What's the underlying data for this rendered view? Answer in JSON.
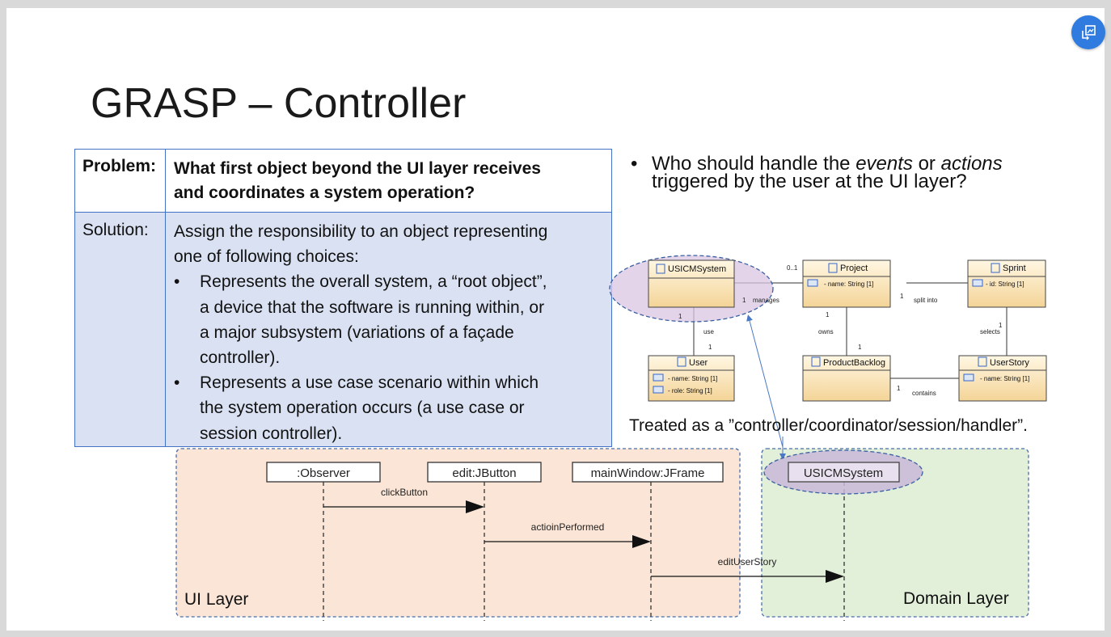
{
  "title": "GRASP – Controller",
  "table": {
    "problem_label": "Problem:",
    "problem_text_line1": "What first object beyond the UI layer receives",
    "problem_text_line2": "and coordinates a system operation?",
    "solution_label": "Solution:",
    "solution_intro_line1": "Assign the responsibility to an object representing",
    "solution_intro_line2": "one of following choices:",
    "choices": [
      [
        "Represents the overall system, a “root object”,",
        "a device that the software is running within, or",
        "a major subsystem (variations of a façade",
        "controller)."
      ],
      [
        "Represents a use case scenario within which",
        "the system operation occurs (a use case or",
        "session controller)."
      ]
    ]
  },
  "question": {
    "line1_before": "Who should handle the ",
    "events": "events",
    "or": " or ",
    "actions": "actions",
    "line2": "triggered by the user at the UI layer?"
  },
  "class_diagram": {
    "classes": {
      "usicm": {
        "name": "USICMSystem"
      },
      "project": {
        "name": "Project",
        "attr": "- name: String [1]"
      },
      "sprint": {
        "name": "Sprint",
        "attr": "- id: String [1]"
      },
      "user": {
        "name": "User",
        "attr1": "- name: String [1]",
        "attr2": "- role: String [1]"
      },
      "backlog": {
        "name": "ProductBacklog"
      },
      "story": {
        "name": "UserStory",
        "attr": "- name: String [1]"
      }
    },
    "labels": {
      "mult_01": "0..1",
      "manages_1": "1",
      "manages": "manages",
      "split_1": "1",
      "split_into": "split into",
      "use_top_1": "1",
      "use": "use",
      "use_bottom_1": "1",
      "owns_top_1": "1",
      "owns": "owns",
      "owns_bottom_1": "1",
      "selects_1": "1",
      "selects": "selects",
      "contains_1": "1",
      "contains": "contains"
    }
  },
  "treated_as": "Treated as a ”controller/coordinator/session/handler”.",
  "sequence": {
    "lifelines": {
      "observer": ":Observer",
      "button": "edit:JButton",
      "frame": "mainWindow:JFrame",
      "system": "USICMSystem"
    },
    "messages": {
      "m1": "clickButton",
      "m2": "actioinPerformed",
      "m3": "editUserStory"
    }
  },
  "ui_layer": "UI Layer",
  "domain_layer": "Domain Layer",
  "colors": {
    "accent_blue": "#4472c4",
    "solution_bg": "#d9e1f2",
    "ui_layer_bg": "#fbe5d6",
    "domain_layer_bg": "#e2efd9",
    "highlight_ellipse": "#d9c6e3",
    "class_fill": "#f7d9a0"
  },
  "icons": {
    "corner_button": "image-share-icon"
  }
}
